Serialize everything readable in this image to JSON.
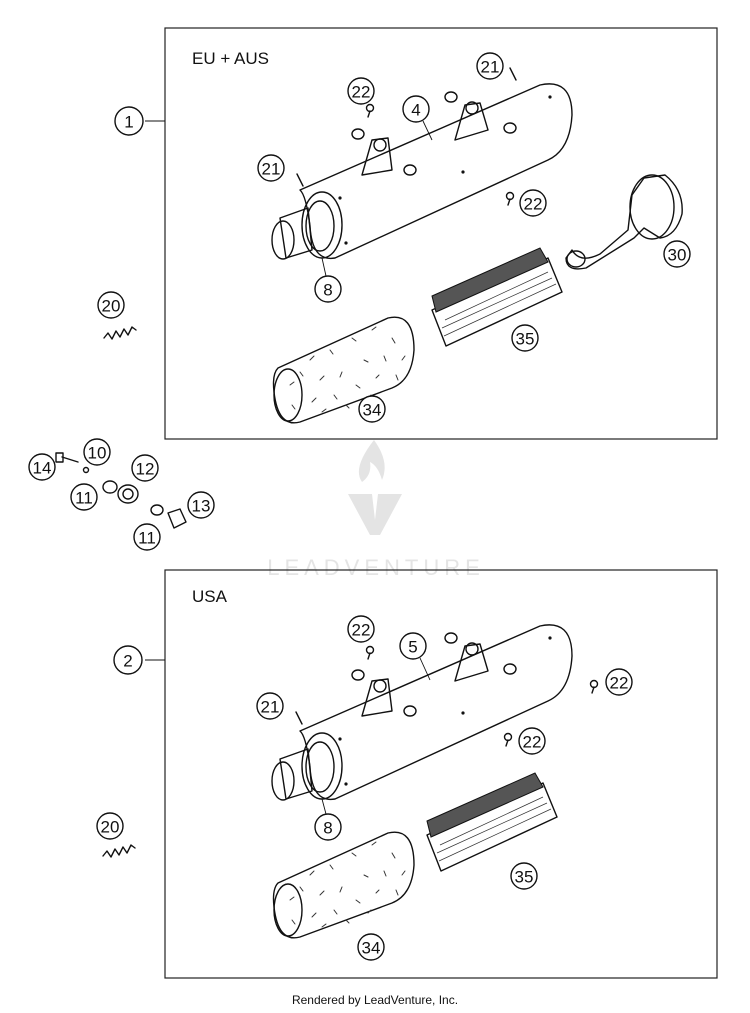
{
  "watermark": {
    "text": "LEADVENTURE",
    "icon": "leadventure-flame-logo"
  },
  "footer": {
    "text": "Rendered by LeadVenture, Inc."
  },
  "regions": [
    {
      "label": "EU + AUS",
      "assembly_number": "1"
    },
    {
      "label": "USA",
      "assembly_number": "2"
    }
  ],
  "callouts": {
    "top": {
      "muffler": "4",
      "end_cap": "8",
      "rivet": "21",
      "rivet_rear": "21",
      "screw_top": "22",
      "screw_side": "22",
      "header_pipe": "30",
      "insulation_mat": "34",
      "fiber_sheet": "35",
      "spring": "20"
    },
    "middle": {
      "bolt": "14",
      "washer": "10",
      "bushing_a": "11",
      "rubber_grommet": "12",
      "bushing_b": "11",
      "clip_nut": "13"
    },
    "bottom": {
      "muffler": "5",
      "end_cap": "8",
      "rivet": "21",
      "screw_top": "22",
      "screw_side": "22",
      "screw_rear": "22",
      "insulation_mat": "34",
      "fiber_sheet": "35",
      "spring": "20"
    }
  }
}
